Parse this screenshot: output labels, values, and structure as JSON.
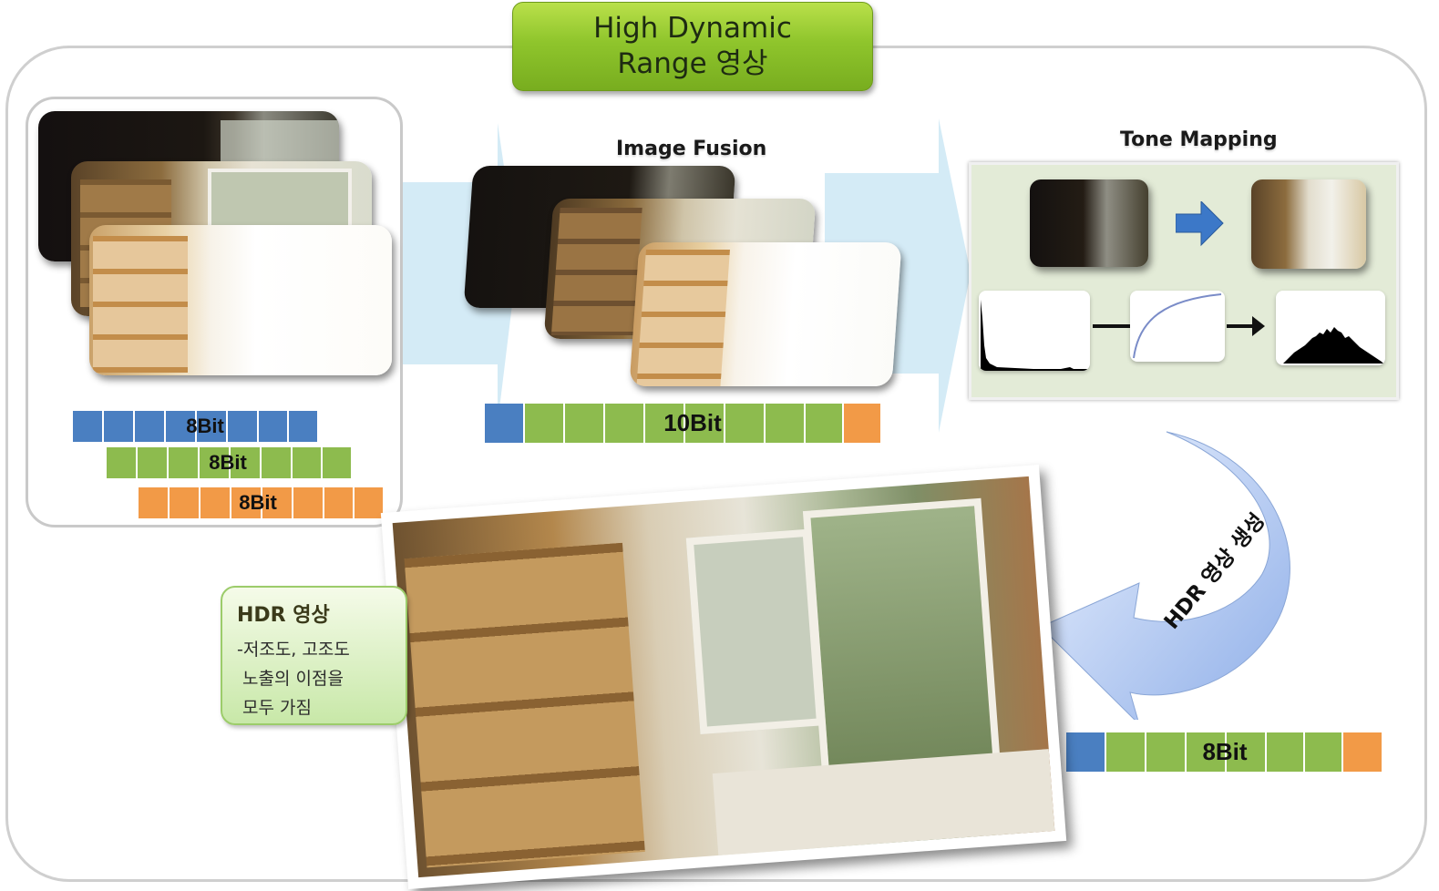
{
  "title": {
    "line1": "High Dynamic",
    "line2": "Range 영상"
  },
  "input_bars": [
    {
      "label": "8Bit",
      "color": "#4a7fc1"
    },
    {
      "label": "8Bit",
      "color": "#8dbb4e"
    },
    {
      "label": "8Bit",
      "color": "#f29a47"
    }
  ],
  "fusion": {
    "label": "Image Fusion",
    "bar_label": "10Bit"
  },
  "tone": {
    "label": "Tone Mapping"
  },
  "generate_arrow": {
    "label": "HDR 영상 생성"
  },
  "output_bar": {
    "label": "8Bit"
  },
  "callout": {
    "title": "HDR 영상",
    "lines": [
      "-저조도, 고조도",
      "노출의 이점을",
      "모두 가짐"
    ]
  },
  "colors": {
    "blue": "#4a7fc1",
    "green": "#8dbb4e",
    "orange": "#f29a47",
    "title_green": "#8fc52c",
    "arrow_light_blue": "#d4ebf6"
  }
}
